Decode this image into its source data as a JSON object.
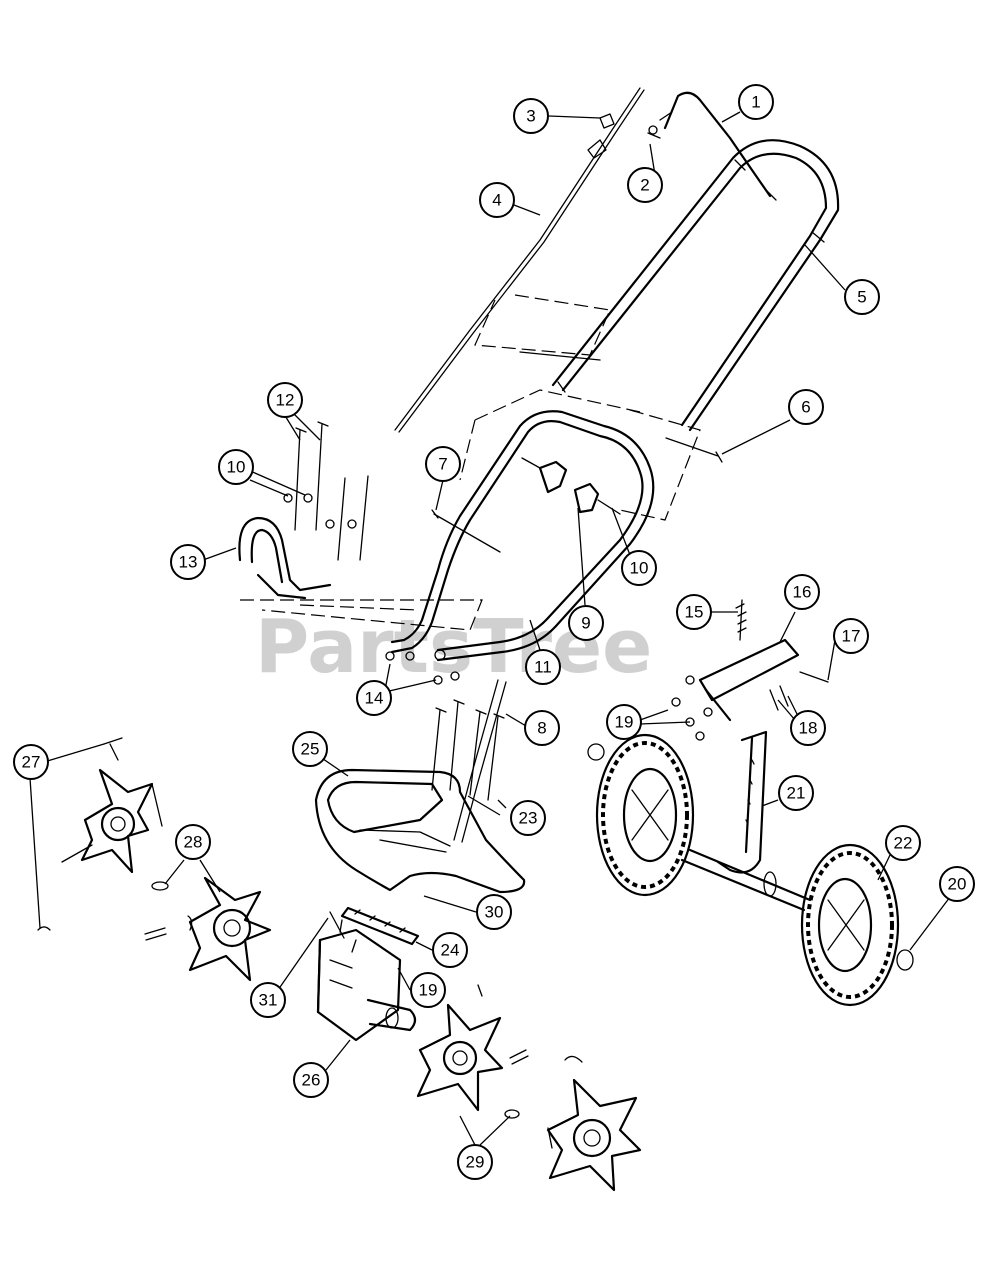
{
  "watermark": "PartsTree",
  "callouts": [
    "1",
    "2",
    "3",
    "4",
    "5",
    "6",
    "7",
    "8",
    "9",
    "10",
    "10",
    "11",
    "12",
    "13",
    "14",
    "15",
    "16",
    "17",
    "18",
    "19",
    "19",
    "20",
    "21",
    "22",
    "23",
    "24",
    "25",
    "26",
    "27",
    "28",
    "29",
    "30",
    "31"
  ]
}
